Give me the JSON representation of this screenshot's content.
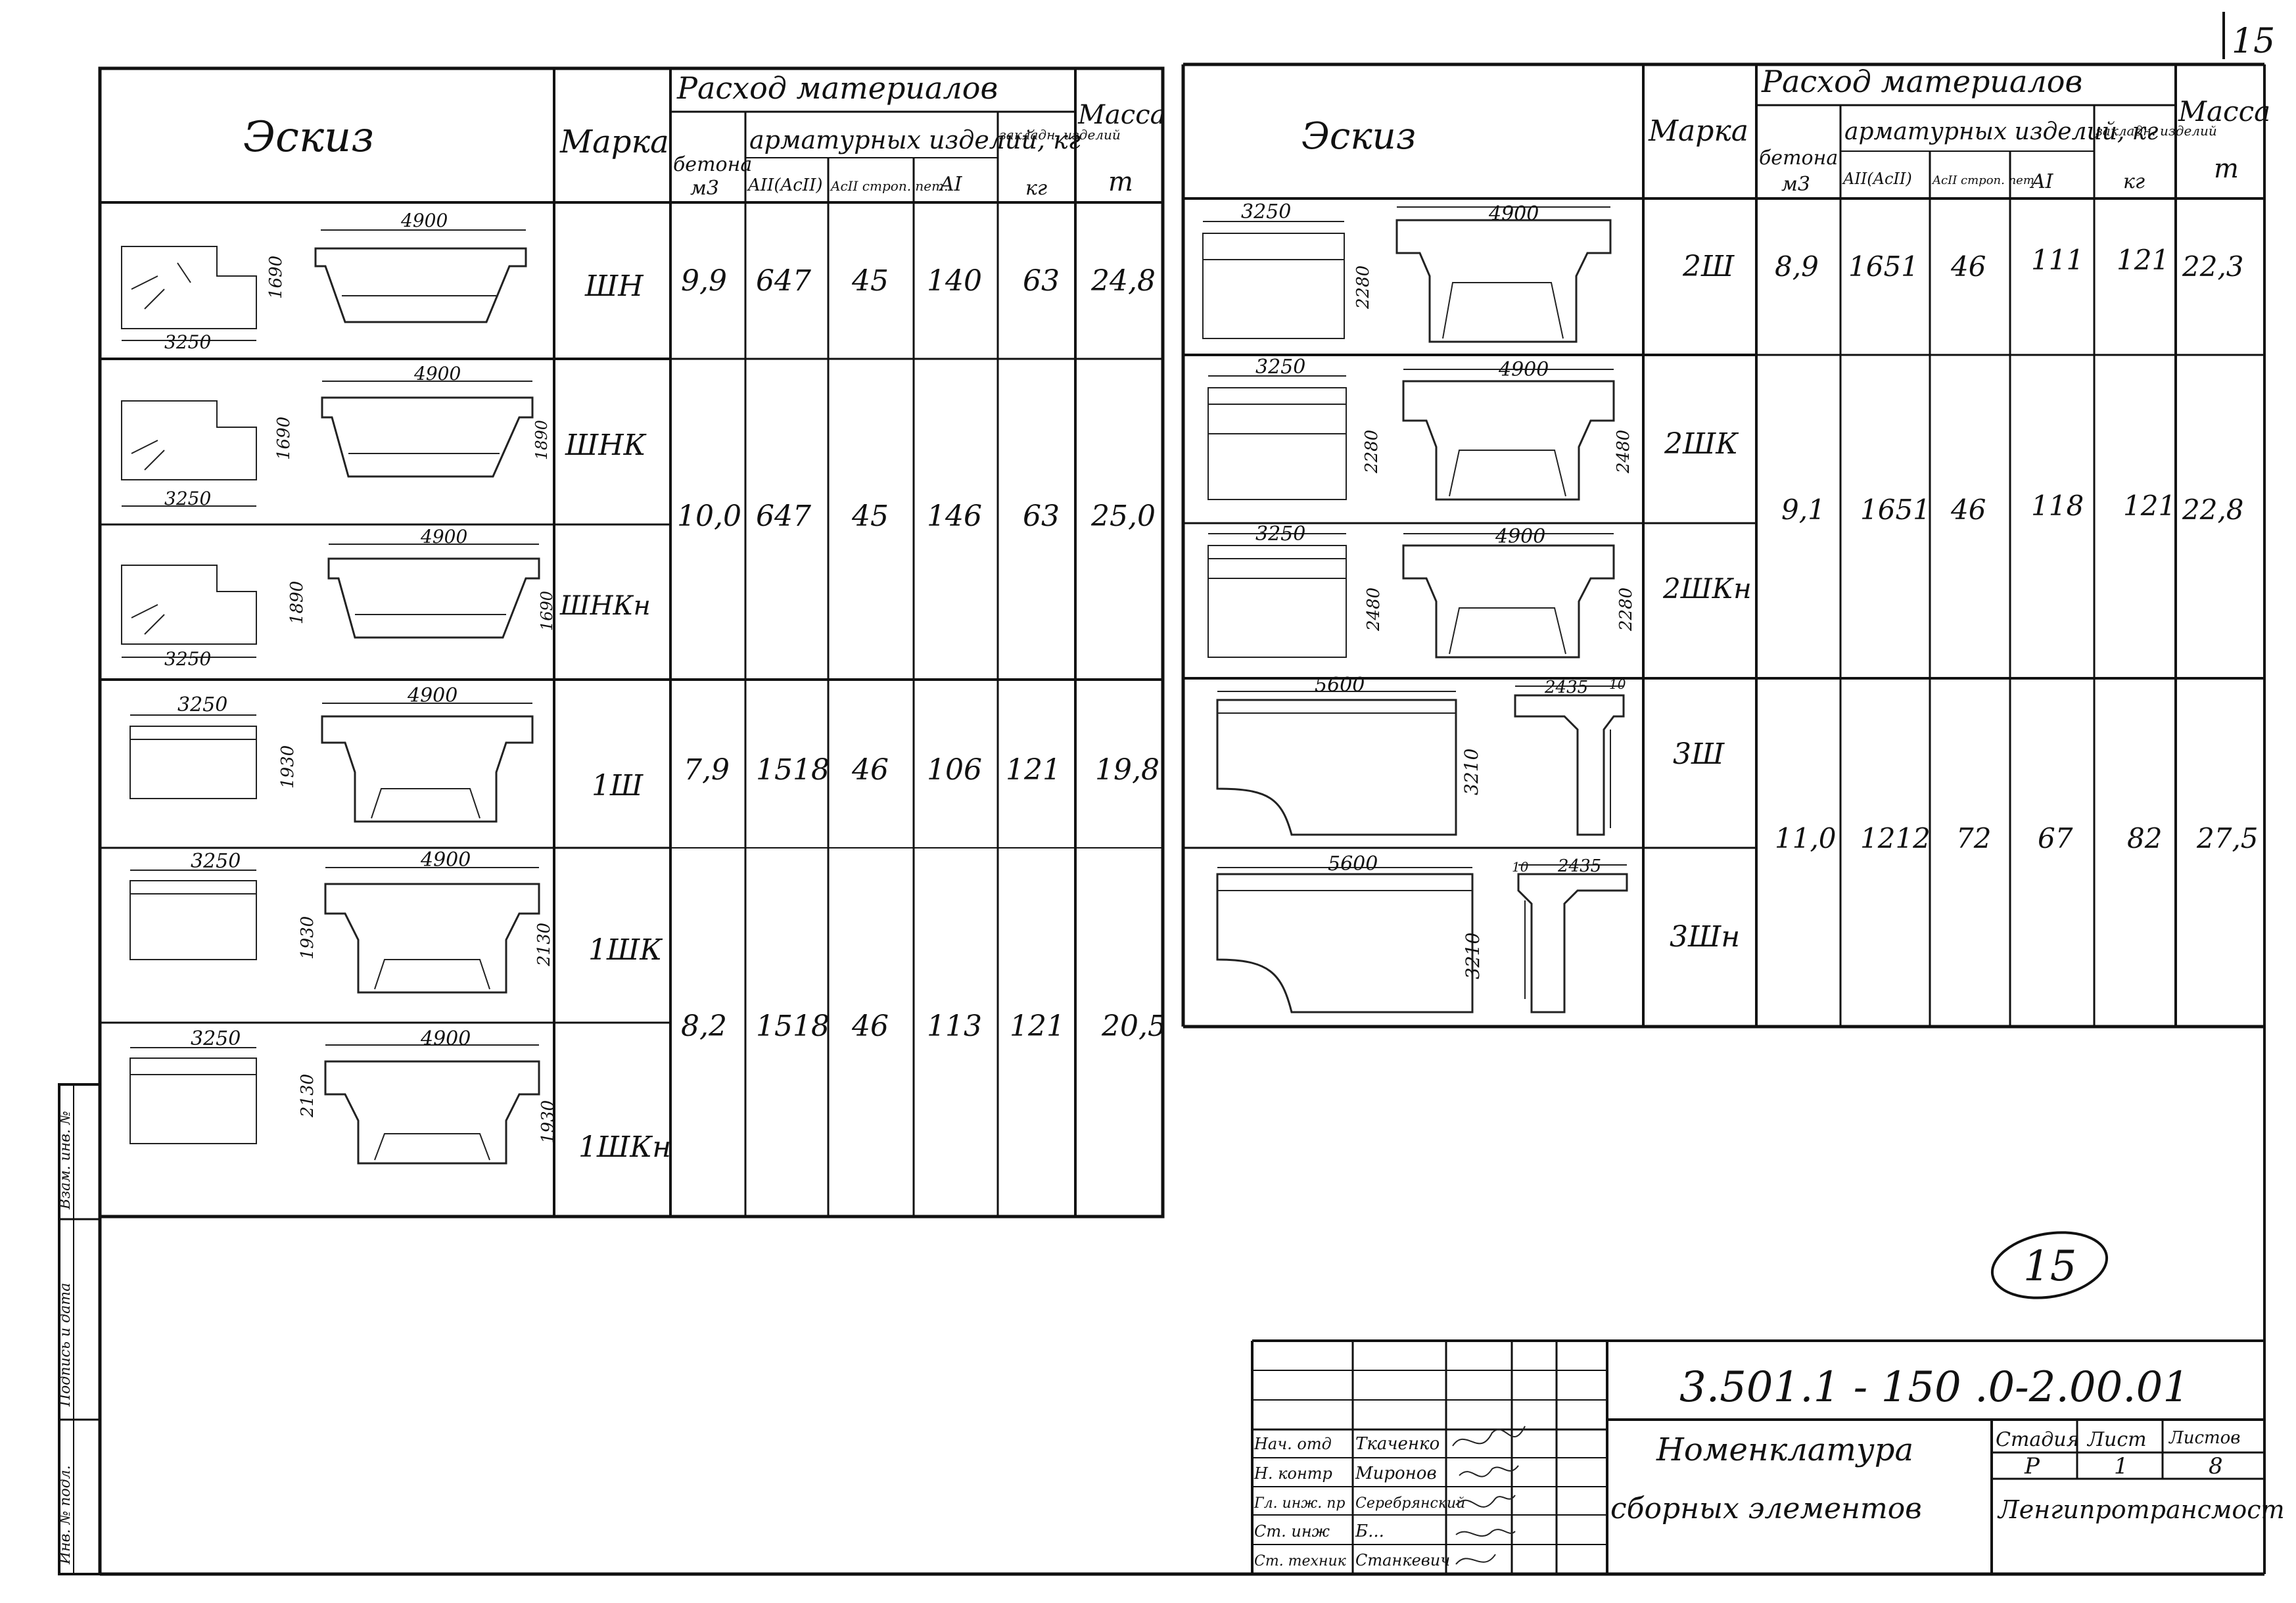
{
  "page_number": "15",
  "circled_number": "15",
  "header": {
    "sketch": "Эскиз",
    "mark": "Марка",
    "consumption": "Расход материалов",
    "concrete": "бетона",
    "concrete_unit": "м3",
    "rebar_group": "арматурных изделий, кг",
    "a2": "AII(AcII)",
    "ac2": "AcII строп. пет.",
    "a1": "AI",
    "embedded": "закладн. изделий",
    "embedded_unit": "кг",
    "mass": "Масса",
    "mass_unit": "т"
  },
  "left_rows": [
    {
      "mark": "ШН",
      "dim_w": "3250",
      "dim_top": "4900",
      "dim_h": "1690",
      "dim_h2": ""
    },
    {
      "mark": "ШНК",
      "dim_w": "3250",
      "dim_top": "4900",
      "dim_h": "1690",
      "dim_h2": "1890"
    },
    {
      "mark": "ШНКн",
      "dim_w": "3250",
      "dim_top": "4900",
      "dim_h": "1890",
      "dim_h2": "1690"
    },
    {
      "mark": "1Ш",
      "dim_w": "3250",
      "dim_top": "4900",
      "dim_h": "1930",
      "dim_h2": ""
    },
    {
      "mark": "1ШК",
      "dim_w": "3250",
      "dim_top": "4900",
      "dim_h": "1930",
      "dim_h2": "2130"
    },
    {
      "mark": "1ШКн",
      "dim_w": "3250",
      "dim_top": "4900",
      "dim_h": "2130",
      "dim_h2": "1930"
    }
  ],
  "left_values": [
    {
      "concrete": "9,9",
      "a2": "647",
      "ac2": "45",
      "a1": "140",
      "emb": "63",
      "mass": "24,8"
    },
    {
      "concrete": "10,0",
      "a2": "647",
      "ac2": "45",
      "a1": "146",
      "emb": "63",
      "mass": "25,0"
    },
    {
      "concrete": "7,9",
      "a2": "1518",
      "ac2": "46",
      "a1": "106",
      "emb": "121",
      "mass": "19,8"
    },
    {
      "concrete": "8,2",
      "a2": "1518",
      "ac2": "46",
      "a1": "113",
      "emb": "121",
      "mass": "20,5"
    }
  ],
  "right_rows": [
    {
      "mark": "2Ш",
      "dim_w": "3250",
      "dim_top": "4900",
      "dim_h": "2280",
      "dim_h2": ""
    },
    {
      "mark": "2ШК",
      "dim_w": "3250",
      "dim_top": "4900",
      "dim_h": "2280",
      "dim_h2": "2480"
    },
    {
      "mark": "2ШКн",
      "dim_w": "3250",
      "dim_top": "4900",
      "dim_h": "2480",
      "dim_h2": "2280"
    },
    {
      "mark": "3Ш",
      "dim_w": "5600",
      "dim_top": "2435",
      "dim_h": "3210",
      "dim_h2": "10"
    },
    {
      "mark": "3Шн",
      "dim_w": "5600",
      "dim_top": "2435",
      "dim_h": "3210",
      "dim_h2": "10"
    }
  ],
  "right_values": [
    {
      "concrete": "8,9",
      "a2": "1651",
      "ac2": "46",
      "a1": "111",
      "emb": "121",
      "mass": "22,3"
    },
    {
      "concrete": "9,1",
      "a2": "1651",
      "ac2": "46",
      "a1": "118",
      "emb": "121",
      "mass": "22,8"
    },
    {
      "concrete": "11,0",
      "a2": "1212",
      "ac2": "72",
      "a1": "67",
      "emb": "82",
      "mass": "27,5"
    }
  ],
  "margin_labels": [
    "Инв. № подл.",
    "Подпись и дата",
    "Взам. инв. №"
  ],
  "title_block": {
    "code": "3.501.1 - 150 .0-2.00.01",
    "title_line1": "Номенклатура",
    "title_line2": "сборных элементов",
    "stage_label": "Стадия",
    "sheet_label": "Лист",
    "sheets_label": "Листов",
    "stage": "Р",
    "sheet": "1",
    "sheets": "8",
    "org": "Ленгипротрансмост",
    "staff": [
      {
        "role": "Нач. отд",
        "name": "Ткаченко"
      },
      {
        "role": "Н. контр",
        "name": "Миронов"
      },
      {
        "role": "Гл. инж. пр",
        "name": "Серебрянский"
      },
      {
        "role": "Ст. инж",
        "name": "Б..."
      },
      {
        "role": "Ст. техник",
        "name": "Станкевич"
      }
    ]
  }
}
